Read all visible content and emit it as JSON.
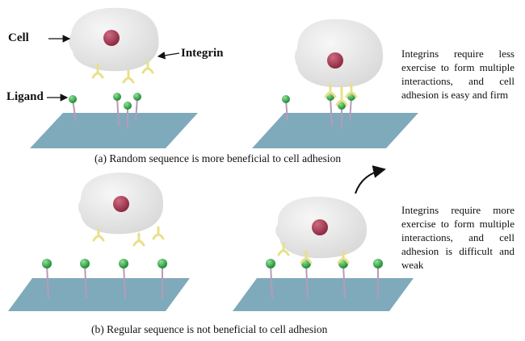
{
  "labels": {
    "cell": "Cell",
    "integrin": "Integrin",
    "ligand": "Ligand"
  },
  "captions": {
    "a": "(a) Random sequence is more beneficial to cell adhesion",
    "b": "(b) Regular sequence is not beneficial to cell adhesion"
  },
  "descriptions": {
    "random": "Integrins require less exercise to form multiple interactions, and cell adhesion is easy and firm",
    "regular": "Integrins require more exercise to form multiple interactions, and cell adhesion is difficult and weak"
  },
  "colors": {
    "substrate": "#7faabb",
    "cell_body": "#e6e6e6",
    "nucleus": "#b0405a",
    "integrin": "#e8e08a",
    "ligand_head": "#3fb050",
    "ligand_stem": "#b89ab8"
  }
}
